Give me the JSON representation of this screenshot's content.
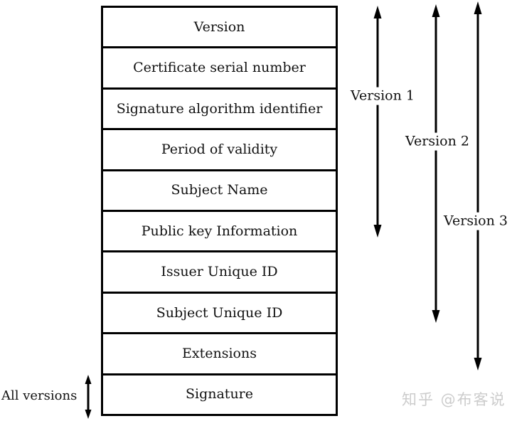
{
  "diagram": {
    "type": "certificate-format-diagram",
    "box": {
      "fields": [
        "Version",
        "Certificate serial number",
        "Signature algorithm identifier",
        "Period of validity",
        "Subject Name",
        "Public key Information",
        "Issuer Unique ID",
        "Subject Unique ID",
        "Extensions",
        "Signature"
      ]
    },
    "version_spans": [
      {
        "label": "Version 1",
        "from_field": "Version",
        "to_field": "Public key Information"
      },
      {
        "label": "Version 2",
        "from_field": "Version",
        "to_field": "Subject Unique ID"
      },
      {
        "label": "Version 3",
        "from_field": "Version",
        "to_field": "Extensions"
      }
    ],
    "all_versions": {
      "label": "All versions",
      "field": "Signature"
    },
    "colors": {
      "line": "#000000",
      "text": "#111111",
      "background": "#ffffff",
      "watermark": "#cccccc"
    }
  },
  "watermark": {
    "text": "知乎 @布客说"
  }
}
